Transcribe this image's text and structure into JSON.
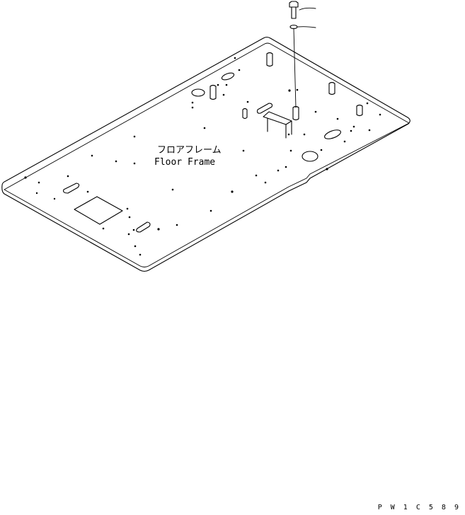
{
  "part_label": {
    "japanese": "フロアフレーム",
    "english": "Floor Frame"
  },
  "drawing_code": "P W 1 C 5 8 9"
}
